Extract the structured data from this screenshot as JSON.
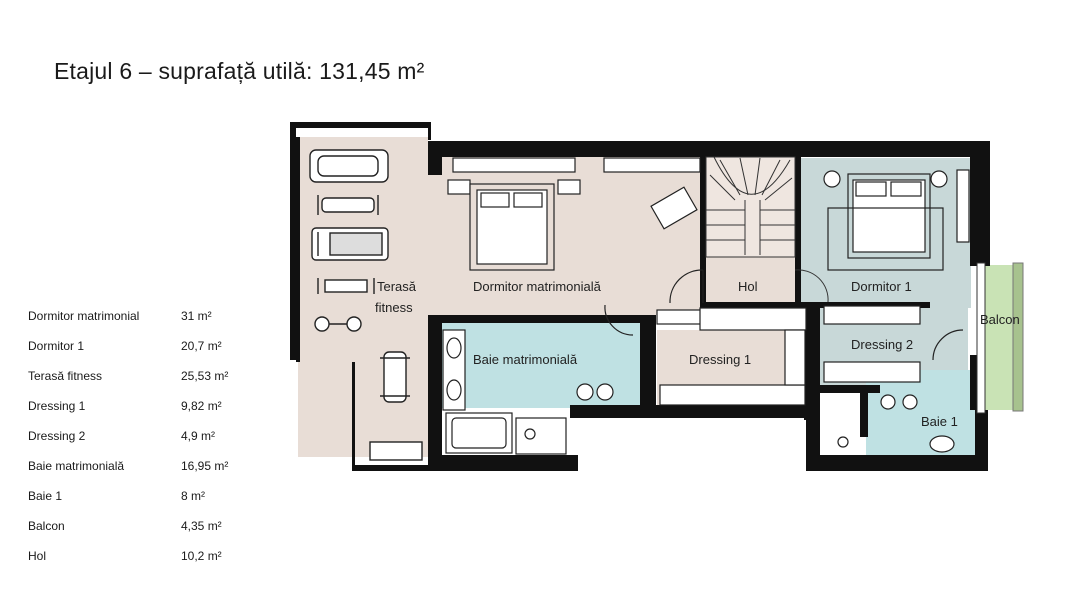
{
  "title": "Etajul 6 – suprafață utilă: 131,45 m²",
  "rooms": [
    {
      "name": "Dormitor matrimonial",
      "area": "31 m²"
    },
    {
      "name": "Dormitor 1",
      "area": "20,7 m²"
    },
    {
      "name": "Terasă fitness",
      "area": "25,53 m²"
    },
    {
      "name": "Dressing 1",
      "area": "9,82 m²"
    },
    {
      "name": "Dressing 2",
      "area": "4,9 m²"
    },
    {
      "name": "Baie matrimonială",
      "area": "16,95 m²"
    },
    {
      "name": "Baie 1",
      "area": "8 m²"
    },
    {
      "name": "Balcon",
      "area": "4,35 m²"
    },
    {
      "name": "Hol",
      "area": "10,2 m²"
    }
  ],
  "plan_labels": {
    "terasa_line1": "Terasă",
    "terasa_line2": "fitness",
    "dormitor_matrimonial": "Dormitor matrimonială",
    "hol": "Hol",
    "dormitor_1": "Dormitor 1",
    "balcon": "Balcon",
    "baie_matrimoniala": "Baie matrimonială",
    "dressing_1": "Dressing 1",
    "dressing_2": "Dressing 2",
    "baie_1": "Baie 1"
  },
  "colors": {
    "beige": "#e8ddd6",
    "blue_grey": "#c8d8d8",
    "light_blue": "#bfe1e3",
    "green": "#c9e3b5",
    "wall": "#111111"
  }
}
